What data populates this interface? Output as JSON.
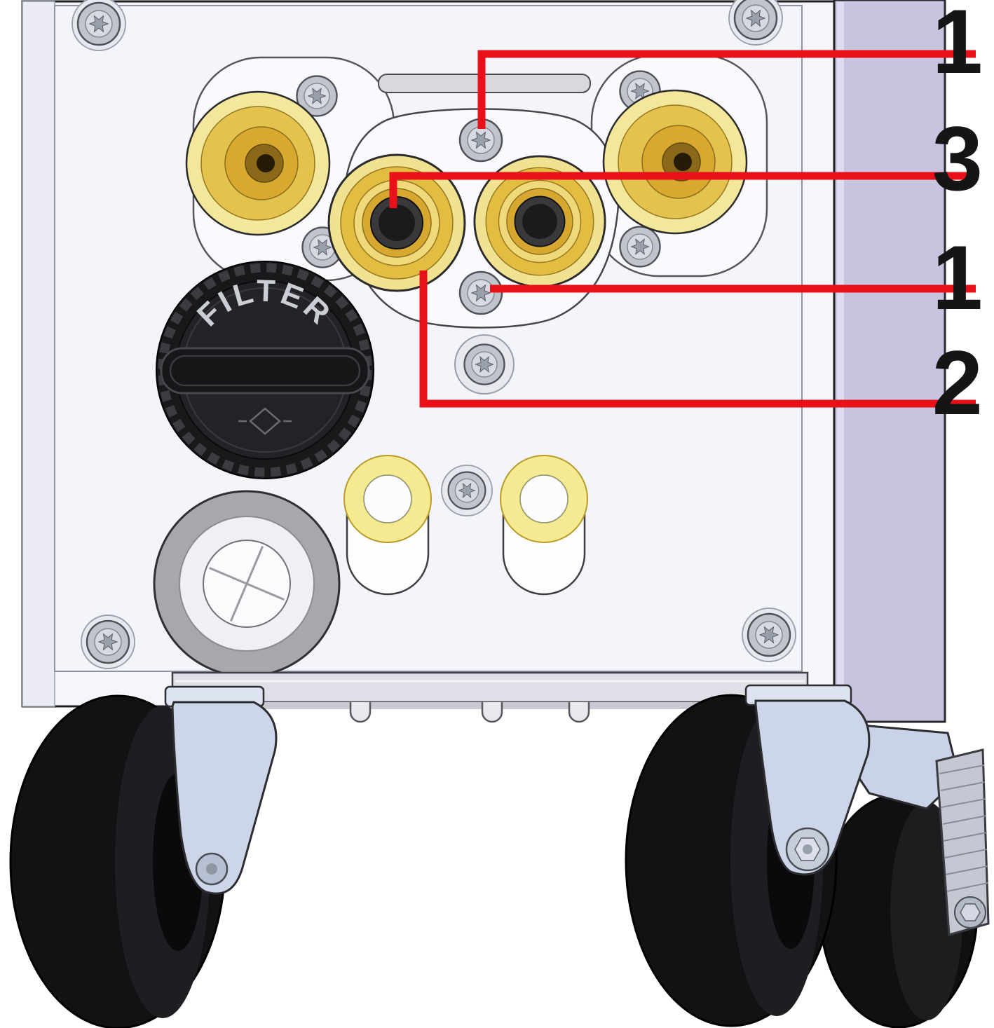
{
  "figure": {
    "filter_cap_label": "FILTER",
    "callouts": [
      {
        "label": "1"
      },
      {
        "label": "3"
      },
      {
        "label": "1"
      },
      {
        "label": "2"
      }
    ],
    "colors": {
      "callout_red": "#e8111a",
      "brass_gold": "#e2bd42",
      "pale_gold": "#f3e79c",
      "panel_face": "#f5f5fb",
      "side_panel": "#c6c4de",
      "bracket_steel": "#cdd6e9",
      "cap_black": "#19191b",
      "label_black": "#151515"
    }
  }
}
